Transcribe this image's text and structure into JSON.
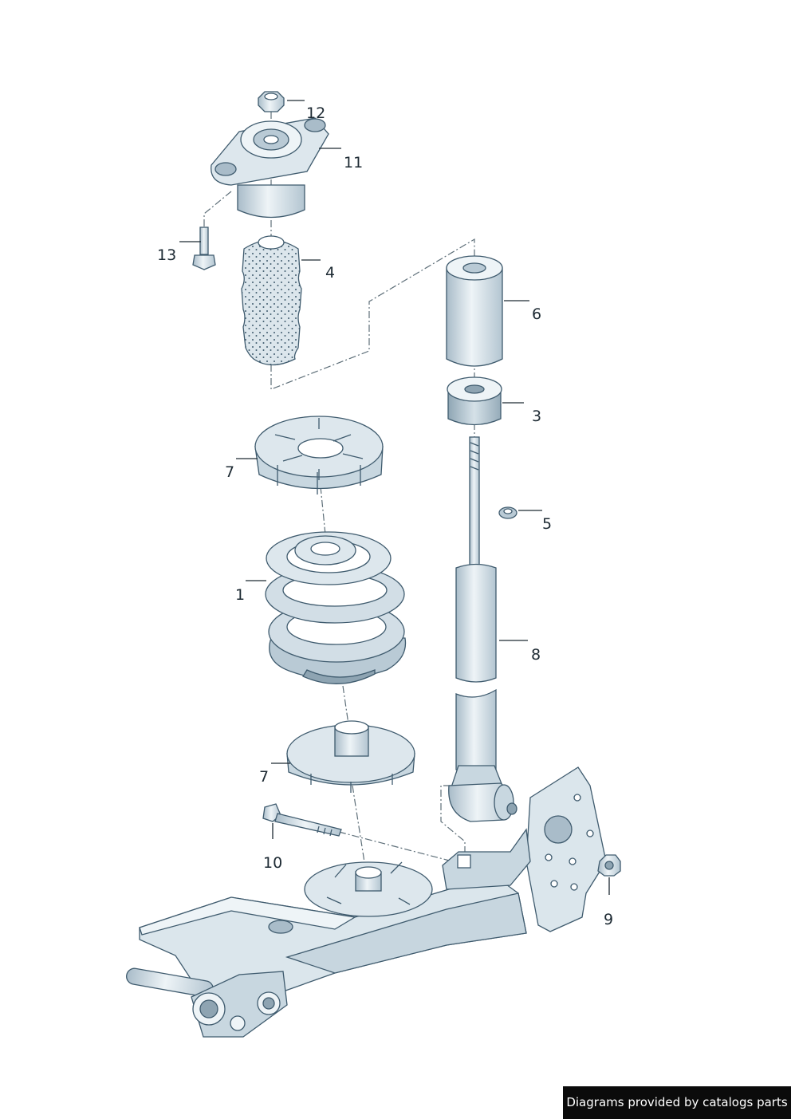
{
  "callouts": [
    {
      "id": "12",
      "text": "12"
    },
    {
      "id": "11",
      "text": "11"
    },
    {
      "id": "13",
      "text": "13"
    },
    {
      "id": "4",
      "text": "4"
    },
    {
      "id": "6",
      "text": "6"
    },
    {
      "id": "3",
      "text": "3"
    },
    {
      "id": "7a",
      "text": "7"
    },
    {
      "id": "5",
      "text": "5"
    },
    {
      "id": "1",
      "text": "1"
    },
    {
      "id": "8",
      "text": "8"
    },
    {
      "id": "7b",
      "text": "7"
    },
    {
      "id": "10",
      "text": "10"
    },
    {
      "id": "9",
      "text": "9"
    }
  ],
  "credit": "Diagrams provided by catalogs parts",
  "colors": {
    "part_fill": "#e6eef3",
    "part_shade": "#b9cad5",
    "part_dark": "#8ea4b2",
    "outline": "#3f5b6e",
    "text": "#1d2a33",
    "badge_bg": "#0b0b0b",
    "badge_text": "#ffffff"
  }
}
